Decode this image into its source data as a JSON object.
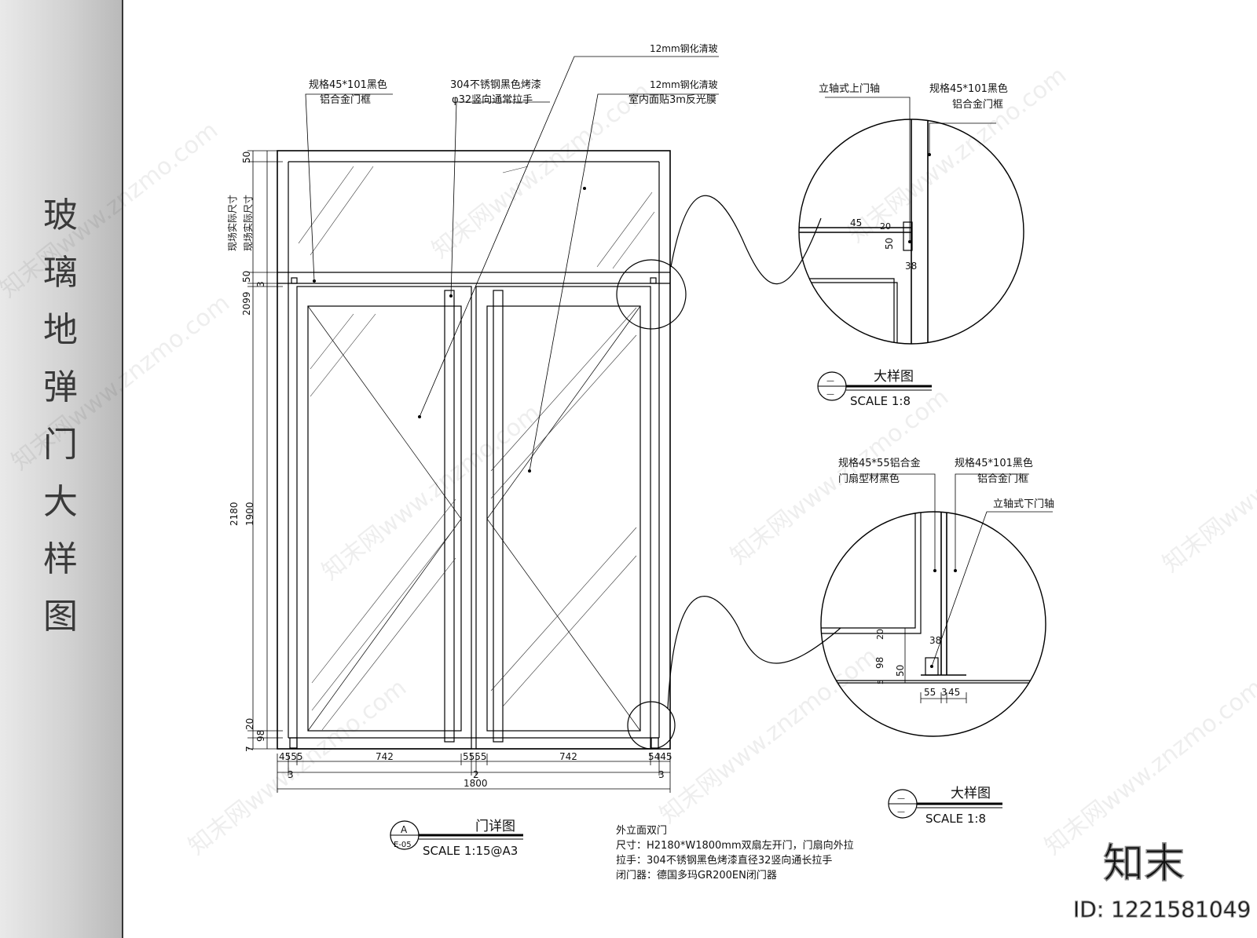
{
  "sheet_title": "玻璃地弹门大样图",
  "watermark": "知末网www.znzmo.com",
  "brand": {
    "logo": "知末",
    "id_label": "ID: 1221581049"
  },
  "elevation": {
    "notes": {
      "frame_spec": [
        "规格45*101黑色",
        "铝合金门框"
      ],
      "handle_spec": [
        "304不锈钢黑色烤漆",
        "φ32竖向通常拉手"
      ],
      "glass_top": "12mm钢化清玻",
      "glass_film": [
        "12mm钢化清玻",
        "室内面贴3m反光膜"
      ]
    },
    "site_size": [
      "现场实际尺寸",
      "现场实际尺寸"
    ],
    "left_dims": [
      "50",
      "50",
      "3",
      "2099",
      "2180",
      "1900",
      "20",
      "98",
      "7"
    ],
    "bottom_dims": [
      "4555",
      "742",
      "5555",
      "742",
      "5445",
      "3",
      "2",
      "3",
      "1800"
    ],
    "title_tag": {
      "letter": "A",
      "ref": "E-05",
      "name": "门详图",
      "scale": "SCALE 1:15@A3"
    },
    "spec_text": [
      "外立面双门",
      "尺寸：H2180*W1800mm双扇左开门，门扇向外拉",
      "拉手：304不锈钢黑色烤漆直径32竖向通长拉手",
      "闭门器：德国多玛GR200EN闭门器"
    ]
  },
  "detail_top": {
    "notes": {
      "pivot": "立轴式上门轴",
      "frame": [
        "规格45*101黑色",
        "铝合金门框"
      ]
    },
    "dims": [
      "45",
      "20",
      "50",
      "38"
    ],
    "tag": {
      "top": "—",
      "bottom": "—",
      "name": "大样图",
      "scale": "SCALE 1:8"
    }
  },
  "detail_bottom": {
    "notes": {
      "leaf": [
        "规格45*55铝合金",
        "门扇型材黑色"
      ],
      "frame": [
        "规格45*101黑色",
        "铝合金门框"
      ],
      "pivot": "立轴式下门轴"
    },
    "dims": [
      "38",
      "20",
      "98",
      "50",
      "5",
      "55",
      "3",
      "45"
    ],
    "tag": {
      "top": "—",
      "bottom": "—",
      "name": "大样图",
      "scale": "SCALE 1:8"
    }
  }
}
